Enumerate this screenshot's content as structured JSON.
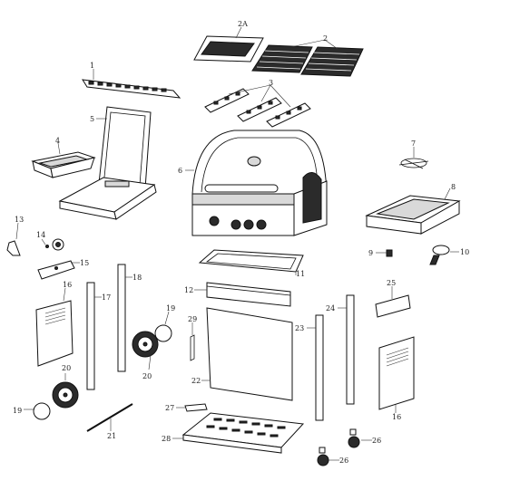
{
  "diagram": {
    "labels": {
      "p1": "1",
      "p2a": "2A",
      "p2": "2",
      "p3": "3",
      "p4": "4",
      "p5": "5",
      "p6": "6",
      "p7": "7",
      "p8": "8",
      "p9": "9",
      "p10": "10",
      "p11": "11",
      "p12": "12",
      "p13": "13",
      "p14": "14",
      "p15": "15",
      "p16a": "16",
      "p16b": "16",
      "p17": "17",
      "p18": "18",
      "p19a": "19",
      "p19b": "19",
      "p20a": "20",
      "p20b": "20",
      "p21": "21",
      "p22": "22",
      "p23": "23",
      "p24": "24",
      "p25": "25",
      "p26a": "26",
      "p26b": "26",
      "p27": "27",
      "p28": "28",
      "p29": "29"
    }
  }
}
